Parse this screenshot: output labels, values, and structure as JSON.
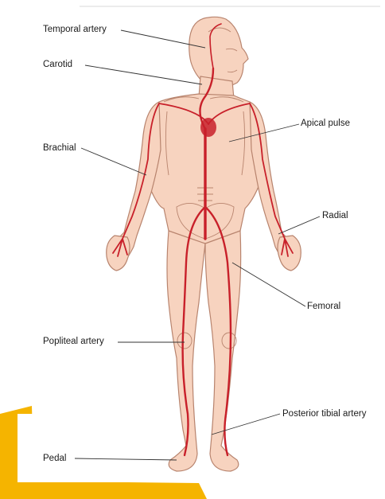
{
  "labels": {
    "temporal": "Temporal artery",
    "carotid": "Carotid",
    "apical": "Apical pulse",
    "brachial": "Brachial",
    "radial": "Radial",
    "femoral": "Femoral",
    "popliteal": "Popliteal artery",
    "posterior_tibial": "Posterior tibial artery",
    "pedal": "Pedal"
  },
  "colors": {
    "skin": "#f7d3bf",
    "outline": "#b8846e",
    "artery": "#c8202a",
    "accent": "#f5b400"
  }
}
